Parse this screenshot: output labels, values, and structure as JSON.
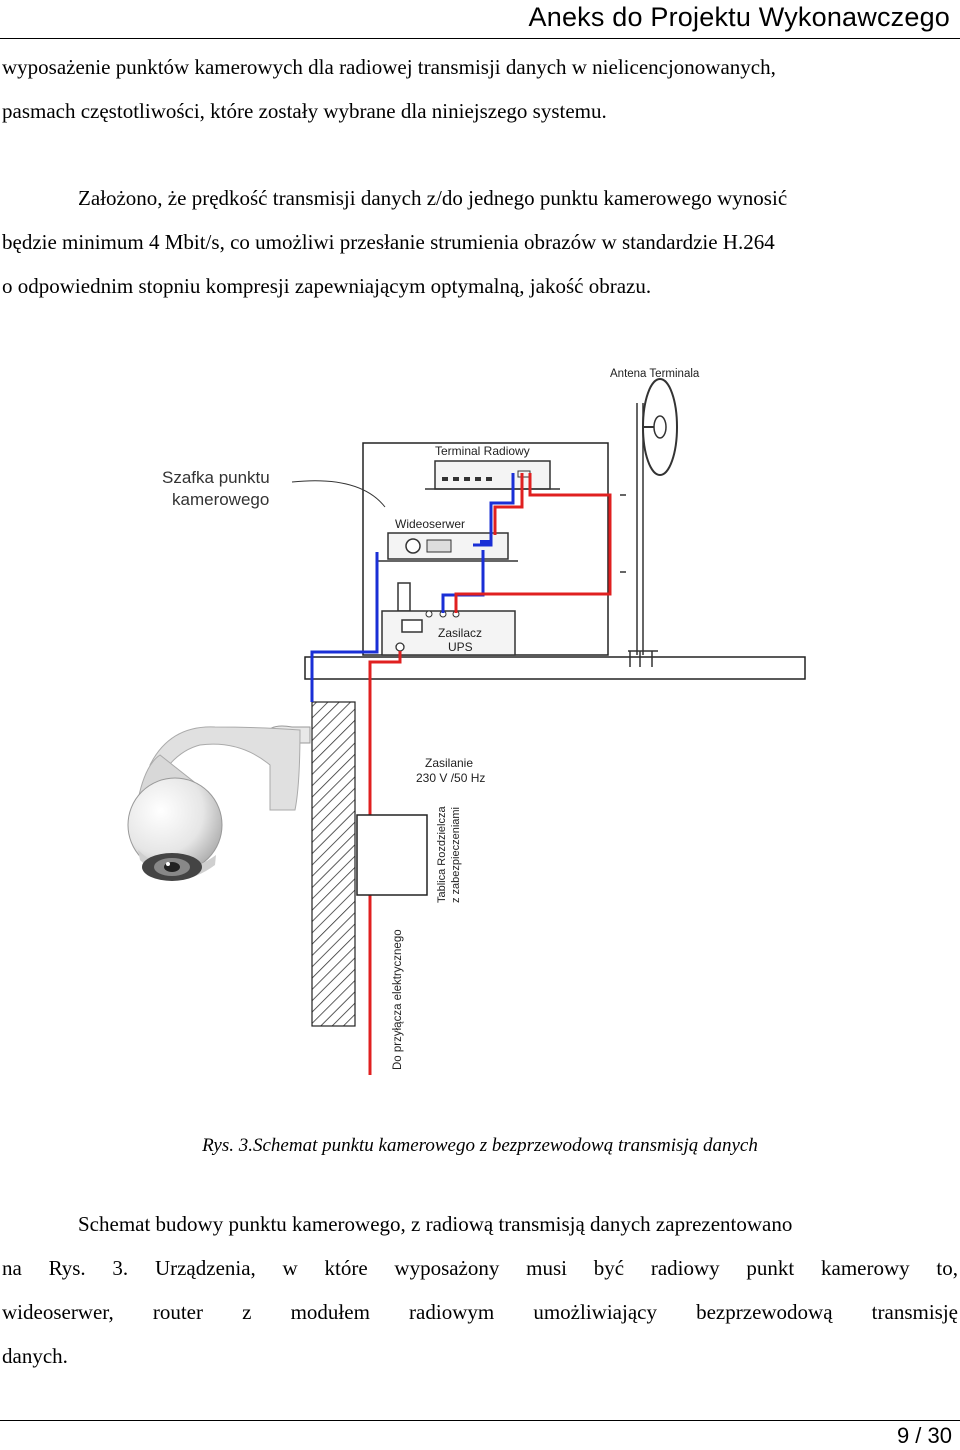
{
  "header": {
    "title": "Aneks do Projektu Wykonawczego"
  },
  "paragraph1": {
    "lines": [
      "wyposażenie punktów kamerowych dla radiowej transmisji danych w nielicencjonowanych,",
      "pasmach częstotliwości, które zostały wybrane dla niniejszego systemu."
    ]
  },
  "paragraph2": {
    "lines": [
      "Założono, że prędkość transmisji danych z/do jednego punktu kamerowego wynosić",
      "będzie minimum 4 Mbit/s, co umożliwi przesłanie strumienia obrazów w standardzie H.264",
      "o odpowiednim stopniu kompresji zapewniającym optymalną, jakość obrazu."
    ]
  },
  "figure": {
    "labels": {
      "antenna": "Antena Terminala",
      "cabinet_line1": "Szafka punktu",
      "cabinet_line2": "kamerowego",
      "radio_terminal": "Terminal Radiowy",
      "videoserver": "Wideoserwer",
      "psu_line1": "Zasilacz",
      "psu_line2": "UPS",
      "power_line1": "Zasilanie",
      "power_line2": "230 V /50 Hz",
      "dist_board_line1": "Tablica Rozdzielcza",
      "dist_board_line2": "z zabezpieczeniami",
      "connection": "Do przyłącza elektrycznego"
    },
    "colors": {
      "data_cable": "#1a2fd6",
      "power_cable": "#e02020",
      "structure": "#222222"
    }
  },
  "caption": "Rys. 3.Schemat punktu kamerowego z bezprzewodową transmisją danych",
  "paragraph3": {
    "lines": [
      "Schemat budowy punktu kamerowego, z radiową transmisją danych zaprezentowano",
      "na Rys. 3. Urządzenia, w które wyposażony musi być radiowy punkt kamerowy to,",
      "wideoserwer, router z modułem radiowym umożliwiający bezprzewodową transmisję",
      "danych."
    ]
  },
  "footer": {
    "page": "9 / 30"
  }
}
